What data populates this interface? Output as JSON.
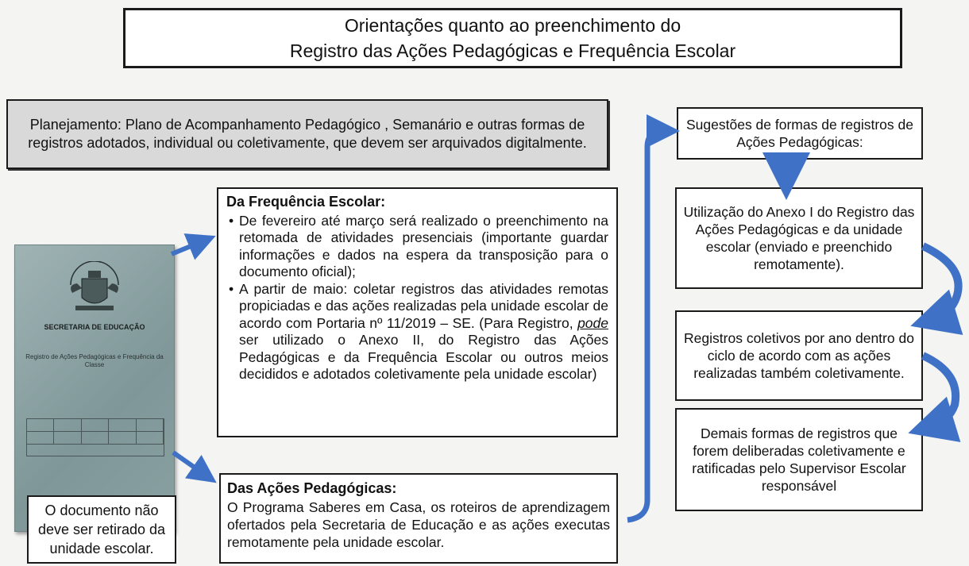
{
  "title": {
    "line1": "Orientações quanto ao preenchimento do",
    "line2": "Registro das Ações Pedagógicas e  Frequência Escolar"
  },
  "planejamento": "Planejamento:  Plano de Acompanhamento Pedagógico , Semanário e outras formas de registros adotados, individual ou coletivamente, que devem ser arquivados digitalmente.",
  "frequencia": {
    "heading": "Da Frequência Escolar:",
    "item1": "De fevereiro até março será realizado o preenchimento na retomada de atividades presenciais (importante guardar informações e dados na espera da transposição para o documento oficial);",
    "item2_before": "A partir de maio: coletar registros das atividades remotas propiciadas e das ações realizadas pela unidade escolar de acordo com Portaria nº 11/2019 – SE. (Para Registro, ",
    "item2_emph": "pode",
    "item2_after": " ser utilizado o Anexo II, do Registro das Ações Pedagógicas e da Frequência Escolar ou outros meios decididos e adotados coletivamente pela unidade escolar)"
  },
  "acoes": {
    "heading": "Das Ações Pedagógicas:",
    "text": "O Programa Saberes em Casa, os roteiros de aprendizagem ofertados pela Secretaria de Educação e as ações executas remotamente pela unidade escolar."
  },
  "documento_nota": "O documento não deve ser retirado da unidade escolar.",
  "sugestoes": "Sugestões de formas de registros de Ações Pedagógicas:",
  "registros": [
    "Utilização do Anexo I do Registro das Ações Pedagógicas e da unidade escolar (enviado e preenchido remotamente).",
    "Registros coletivos por ano dentro do ciclo de acordo com as ações realizadas também coletivamente.",
    "Demais formas de registros que forem deliberadas coletivamente e ratificadas pelo Supervisor Escolar responsável"
  ],
  "book": {
    "header": "SECRETARIA DE EDUCAÇÃO",
    "subtitle": "Registro de Ações Pedagógicas e Frequência da Classe"
  },
  "colors": {
    "arrow": "#3f72c6",
    "border": "#1a1a1a",
    "gray_box": "#d9d9d9"
  }
}
